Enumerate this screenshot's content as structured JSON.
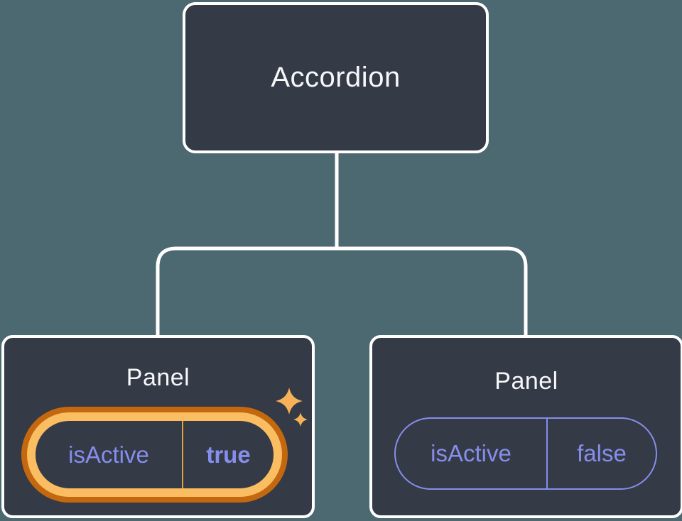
{
  "colors": {
    "background": "#4C6871",
    "node-fill": "#343A46",
    "node-border": "#FFFFFF",
    "title-text": "#F6F7F9",
    "accent-purple": "#868EEB",
    "highlight-outer": "#C4680F",
    "highlight-inner": "#FABD62",
    "highlight-divider": "#E9A23E",
    "sparkle-gold": "#F7B159"
  },
  "tree": {
    "root": {
      "label": "Accordion"
    },
    "children": [
      {
        "label": "Panel",
        "prop": {
          "name": "isActive",
          "value": "true"
        },
        "highlighted": true,
        "decoration": "sparkles"
      },
      {
        "label": "Panel",
        "prop": {
          "name": "isActive",
          "value": "false"
        },
        "highlighted": false
      }
    ]
  }
}
